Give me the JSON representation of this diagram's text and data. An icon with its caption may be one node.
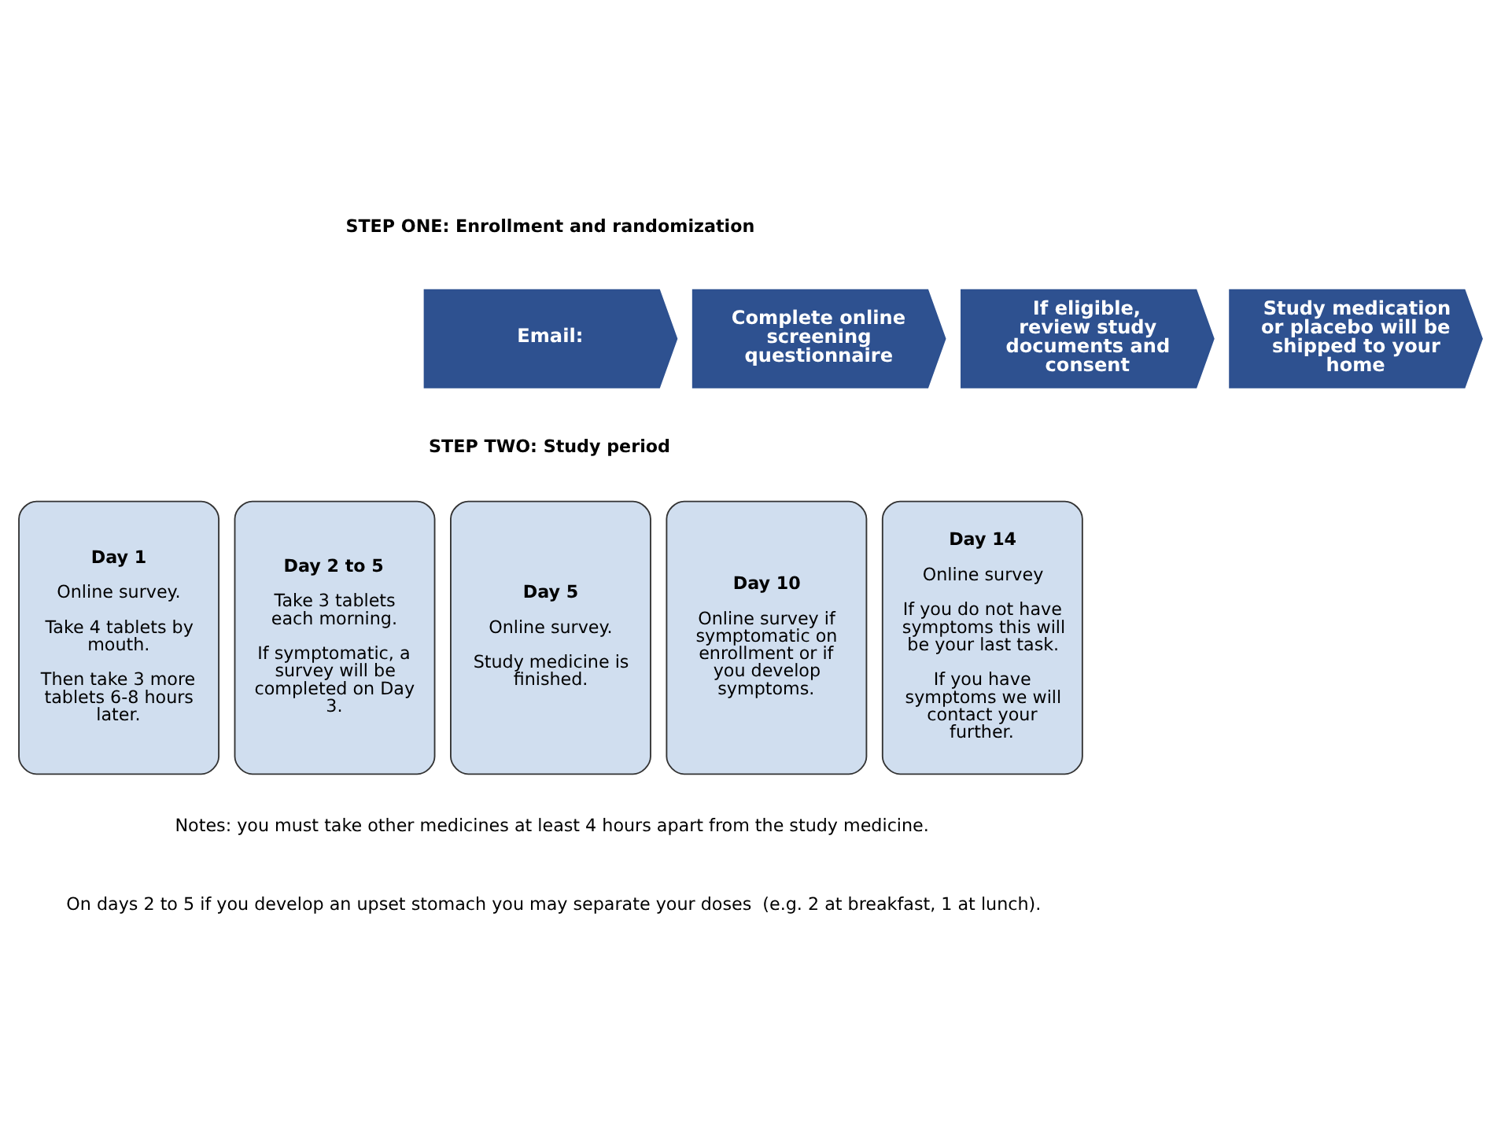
{
  "diagram": {
    "nodes": [
      {
        "text": [
          "Email:"
        ]
      },
      {
        "text": [
          "Complete online screening questionnaire"
        ]
      },
      {
        "text": [
          "If eligible, review study documents and consent"
        ]
      },
      {
        "text": [
          "Study medication or placebo will be shipped to your home"
        ]
      },
      {
        "text": [
          "Day 1",
          "Online survey.",
          "Take 4 tablets by mouth.",
          "Then take 3 more tablets 6-8 hours later."
        ]
      },
      {
        "text": [
          "Day 2 to 5",
          "Take 3 tablets each morning.",
          "If symptomatic, a survey will be completed on Day 3."
        ]
      },
      {
        "text": [
          "Day 5",
          "Online survey.",
          "Study medicine is finished."
        ]
      },
      {
        "text": [
          "Day 10",
          "Online survey if symptomatic on enrollment or if you develop symptoms."
        ]
      },
      {
        "text": [
          "Day 14",
          "Online survey",
          "If you do not have symptoms this will be your last task.",
          "If you have symptoms we will contact your further."
        ]
      }
    ],
    "labels": [
      "STEP ONE: Enrollment and randomization",
      "STEP TWO: Study period",
      "Notes: you must take other medicines at least 4 hours apart from the study medicine.",
      "On days 2 to 5 if you develop an upset stomach you may separate your doses  (e.g. 2 at breakfast, 1 at lunch)."
    ]
  }
}
